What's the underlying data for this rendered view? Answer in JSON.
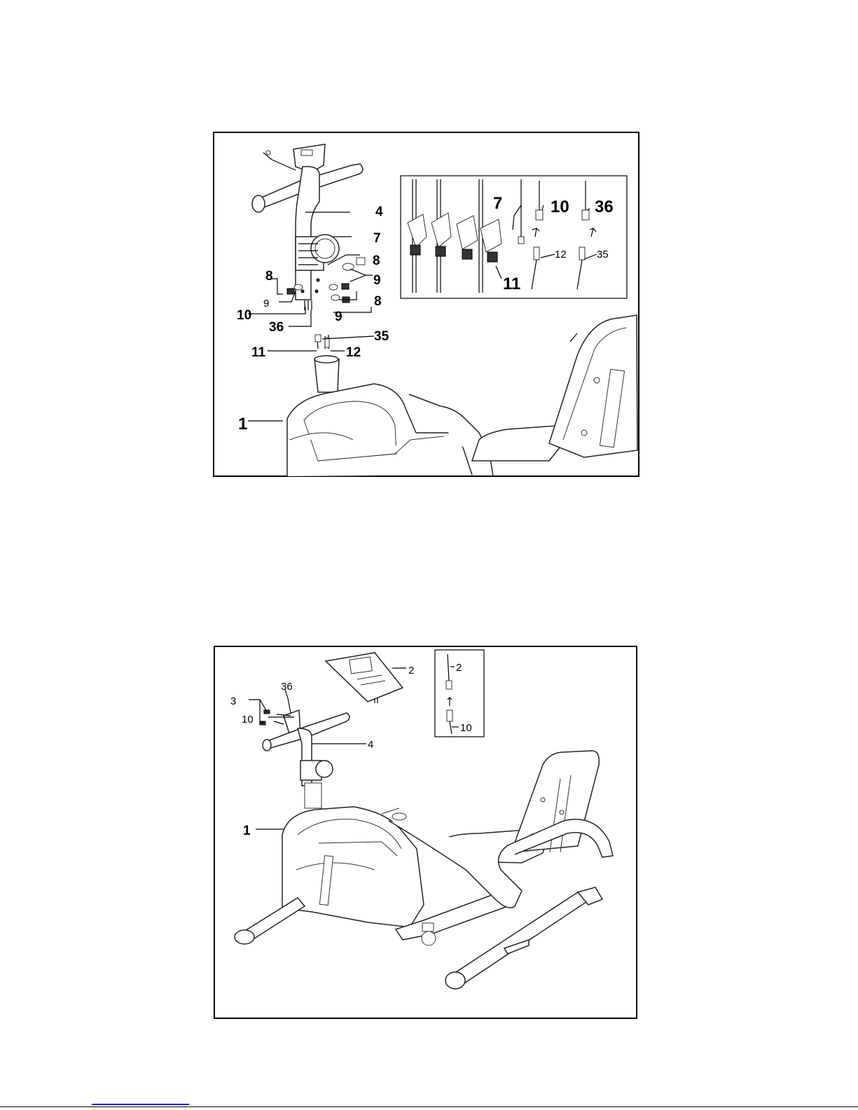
{
  "figure1": {
    "labels": {
      "p4": "4",
      "p7": "7",
      "p8a": "8",
      "p8b": "8",
      "p8c": "8",
      "p9a": "9",
      "p9b": "9",
      "p9c": "9",
      "p10": "10",
      "p36": "36",
      "p35": "35",
      "p11": "11",
      "p12": "12",
      "p1": "1"
    },
    "inset": {
      "p7": "7",
      "p10": "10",
      "p36": "36",
      "p12": "12",
      "p35": "35",
      "p11": "11"
    }
  },
  "figure2": {
    "labels": {
      "p2": "2",
      "p3": "3",
      "p36": "36",
      "p10": "10",
      "p4": "4",
      "p1": "1"
    },
    "inset": {
      "p2": "2",
      "p10": "10"
    }
  }
}
